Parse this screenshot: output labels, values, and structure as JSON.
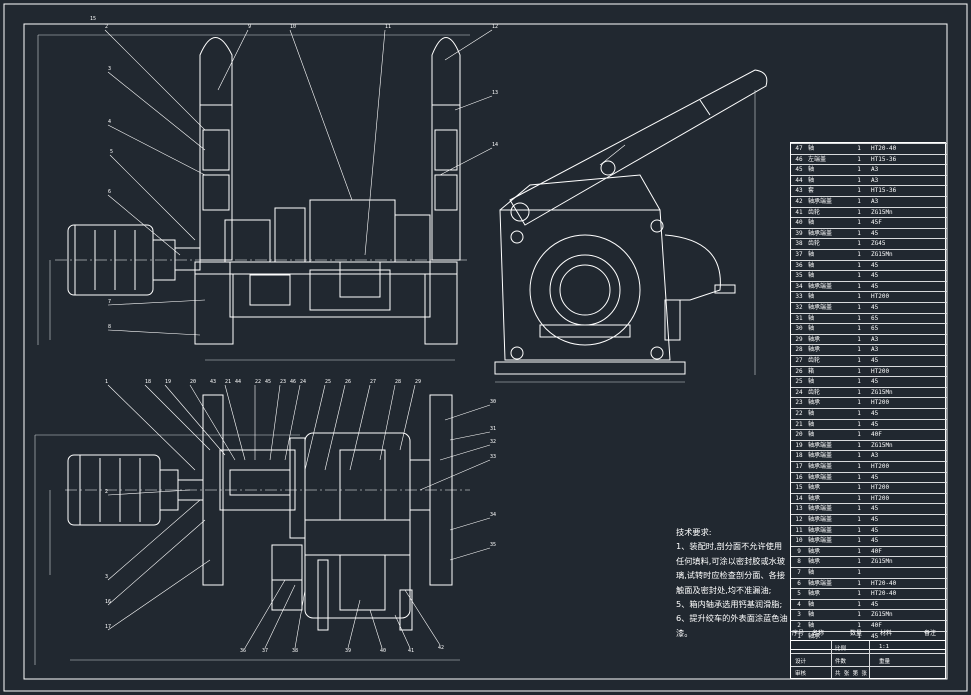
{
  "drawing": {
    "colors": {
      "background": "#212830",
      "line": "#ffffff",
      "dim": "#cfd3d6"
    },
    "front_view_callouts": [
      "2",
      "3",
      "4",
      "5",
      "6",
      "7",
      "8",
      "9",
      "10",
      "11",
      "12",
      "13",
      "14",
      "15"
    ],
    "top_view_callouts": [
      "1",
      "2",
      "3",
      "16",
      "17",
      "18",
      "19",
      "20",
      "21",
      "22",
      "23",
      "24",
      "25",
      "26",
      "27",
      "28",
      "29",
      "30",
      "31",
      "32",
      "33",
      "34",
      "35",
      "36",
      "37",
      "38",
      "39",
      "40",
      "41",
      "42",
      "43",
      "44",
      "45",
      "46"
    ],
    "side_view_label": "",
    "technical_requirements": {
      "heading": "技术要求:",
      "items": [
        "1、装配时,剖分面不允许使用任何填料,可涂以密封胶或水玻璃,试转时应检查剖分面、各接触面及密封处,均不准漏油;",
        "5、箱内轴承选用钙基润滑脂;",
        "6、提升绞车的外表面涂蓝色油漆。"
      ]
    }
  },
  "bom": {
    "header": {
      "no": "序号",
      "name": "名称",
      "qty": "数量",
      "material": "材料",
      "note": "备注"
    },
    "rows": [
      {
        "no": "47",
        "name": "轴",
        "qty": "1",
        "material": "HT20-40"
      },
      {
        "no": "46",
        "name": "左端盖",
        "qty": "1",
        "material": "HT15-36"
      },
      {
        "no": "45",
        "name": "轴",
        "qty": "1",
        "material": "A3"
      },
      {
        "no": "44",
        "name": "轴",
        "qty": "1",
        "material": "A3"
      },
      {
        "no": "43",
        "name": "套",
        "qty": "1",
        "material": "HT15-36"
      },
      {
        "no": "42",
        "name": "轴承端盖",
        "qty": "1",
        "material": "A3"
      },
      {
        "no": "41",
        "name": "齿轮",
        "qty": "1",
        "material": "ZG15Mn"
      },
      {
        "no": "40",
        "name": "轴",
        "qty": "1",
        "material": "45F"
      },
      {
        "no": "39",
        "name": "轴承端盖",
        "qty": "1",
        "material": "45"
      },
      {
        "no": "38",
        "name": "齿轮",
        "qty": "1",
        "material": "ZG45"
      },
      {
        "no": "37",
        "name": "轴",
        "qty": "1",
        "material": "ZG15Mn"
      },
      {
        "no": "36",
        "name": "轴",
        "qty": "1",
        "material": "45"
      },
      {
        "no": "35",
        "name": "轴",
        "qty": "1",
        "material": "45"
      },
      {
        "no": "34",
        "name": "轴承端盖",
        "qty": "1",
        "material": "45"
      },
      {
        "no": "33",
        "name": "轴",
        "qty": "1",
        "material": "HT200"
      },
      {
        "no": "32",
        "name": "轴承端盖",
        "qty": "1",
        "material": "45"
      },
      {
        "no": "31",
        "name": "轴",
        "qty": "1",
        "material": "65"
      },
      {
        "no": "30",
        "name": "轴",
        "qty": "1",
        "material": "65"
      },
      {
        "no": "29",
        "name": "轴承",
        "qty": "1",
        "material": "A3"
      },
      {
        "no": "28",
        "name": "轴承",
        "qty": "1",
        "material": "A3"
      },
      {
        "no": "27",
        "name": "齿轮",
        "qty": "1",
        "material": "45"
      },
      {
        "no": "26",
        "name": "箱",
        "qty": "1",
        "material": "HT200"
      },
      {
        "no": "25",
        "name": "轴",
        "qty": "1",
        "material": "45"
      },
      {
        "no": "24",
        "name": "齿轮",
        "qty": "1",
        "material": "ZG15Mn"
      },
      {
        "no": "23",
        "name": "轴承",
        "qty": "1",
        "material": "HT200"
      },
      {
        "no": "22",
        "name": "轴",
        "qty": "1",
        "material": "45"
      },
      {
        "no": "21",
        "name": "轴",
        "qty": "1",
        "material": "45"
      },
      {
        "no": "20",
        "name": "轴",
        "qty": "1",
        "material": "40F"
      },
      {
        "no": "19",
        "name": "轴承端盖",
        "qty": "1",
        "material": "ZG15Mn"
      },
      {
        "no": "18",
        "name": "轴承端盖",
        "qty": "1",
        "material": "A3"
      },
      {
        "no": "17",
        "name": "轴承端盖",
        "qty": "1",
        "material": "HT200"
      },
      {
        "no": "16",
        "name": "轴承端盖",
        "qty": "1",
        "material": "45"
      },
      {
        "no": "15",
        "name": "轴承",
        "qty": "1",
        "material": "HT200"
      },
      {
        "no": "14",
        "name": "轴承",
        "qty": "1",
        "material": "HT200"
      },
      {
        "no": "13",
        "name": "轴承端盖",
        "qty": "1",
        "material": "45"
      },
      {
        "no": "12",
        "name": "轴承端盖",
        "qty": "1",
        "material": "45"
      },
      {
        "no": "11",
        "name": "轴承端盖",
        "qty": "1",
        "material": "45"
      },
      {
        "no": "10",
        "name": "轴承端盖",
        "qty": "1",
        "material": "45"
      },
      {
        "no": "9",
        "name": "轴承",
        "qty": "1",
        "material": "40F"
      },
      {
        "no": "8",
        "name": "轴承",
        "qty": "1",
        "material": "ZG15Mn"
      },
      {
        "no": "7",
        "name": "轴",
        "qty": "1",
        "material": ""
      },
      {
        "no": "6",
        "name": "轴承端盖",
        "qty": "1",
        "material": "HT20-40"
      },
      {
        "no": "5",
        "name": "轴承",
        "qty": "1",
        "material": "HT20-40"
      },
      {
        "no": "4",
        "name": "轴",
        "qty": "1",
        "material": "45"
      },
      {
        "no": "3",
        "name": "轴",
        "qty": "1",
        "material": "ZG15Mn"
      },
      {
        "no": "2",
        "name": "轴",
        "qty": "1",
        "material": "40F"
      },
      {
        "no": "1",
        "name": "轴承",
        "qty": "1",
        "material": "45"
      }
    ]
  },
  "title_block": {
    "scale": "1:1",
    "labels": [
      "比例",
      "件数",
      "重量",
      "共 张 第 张",
      "设计",
      "审核"
    ]
  }
}
